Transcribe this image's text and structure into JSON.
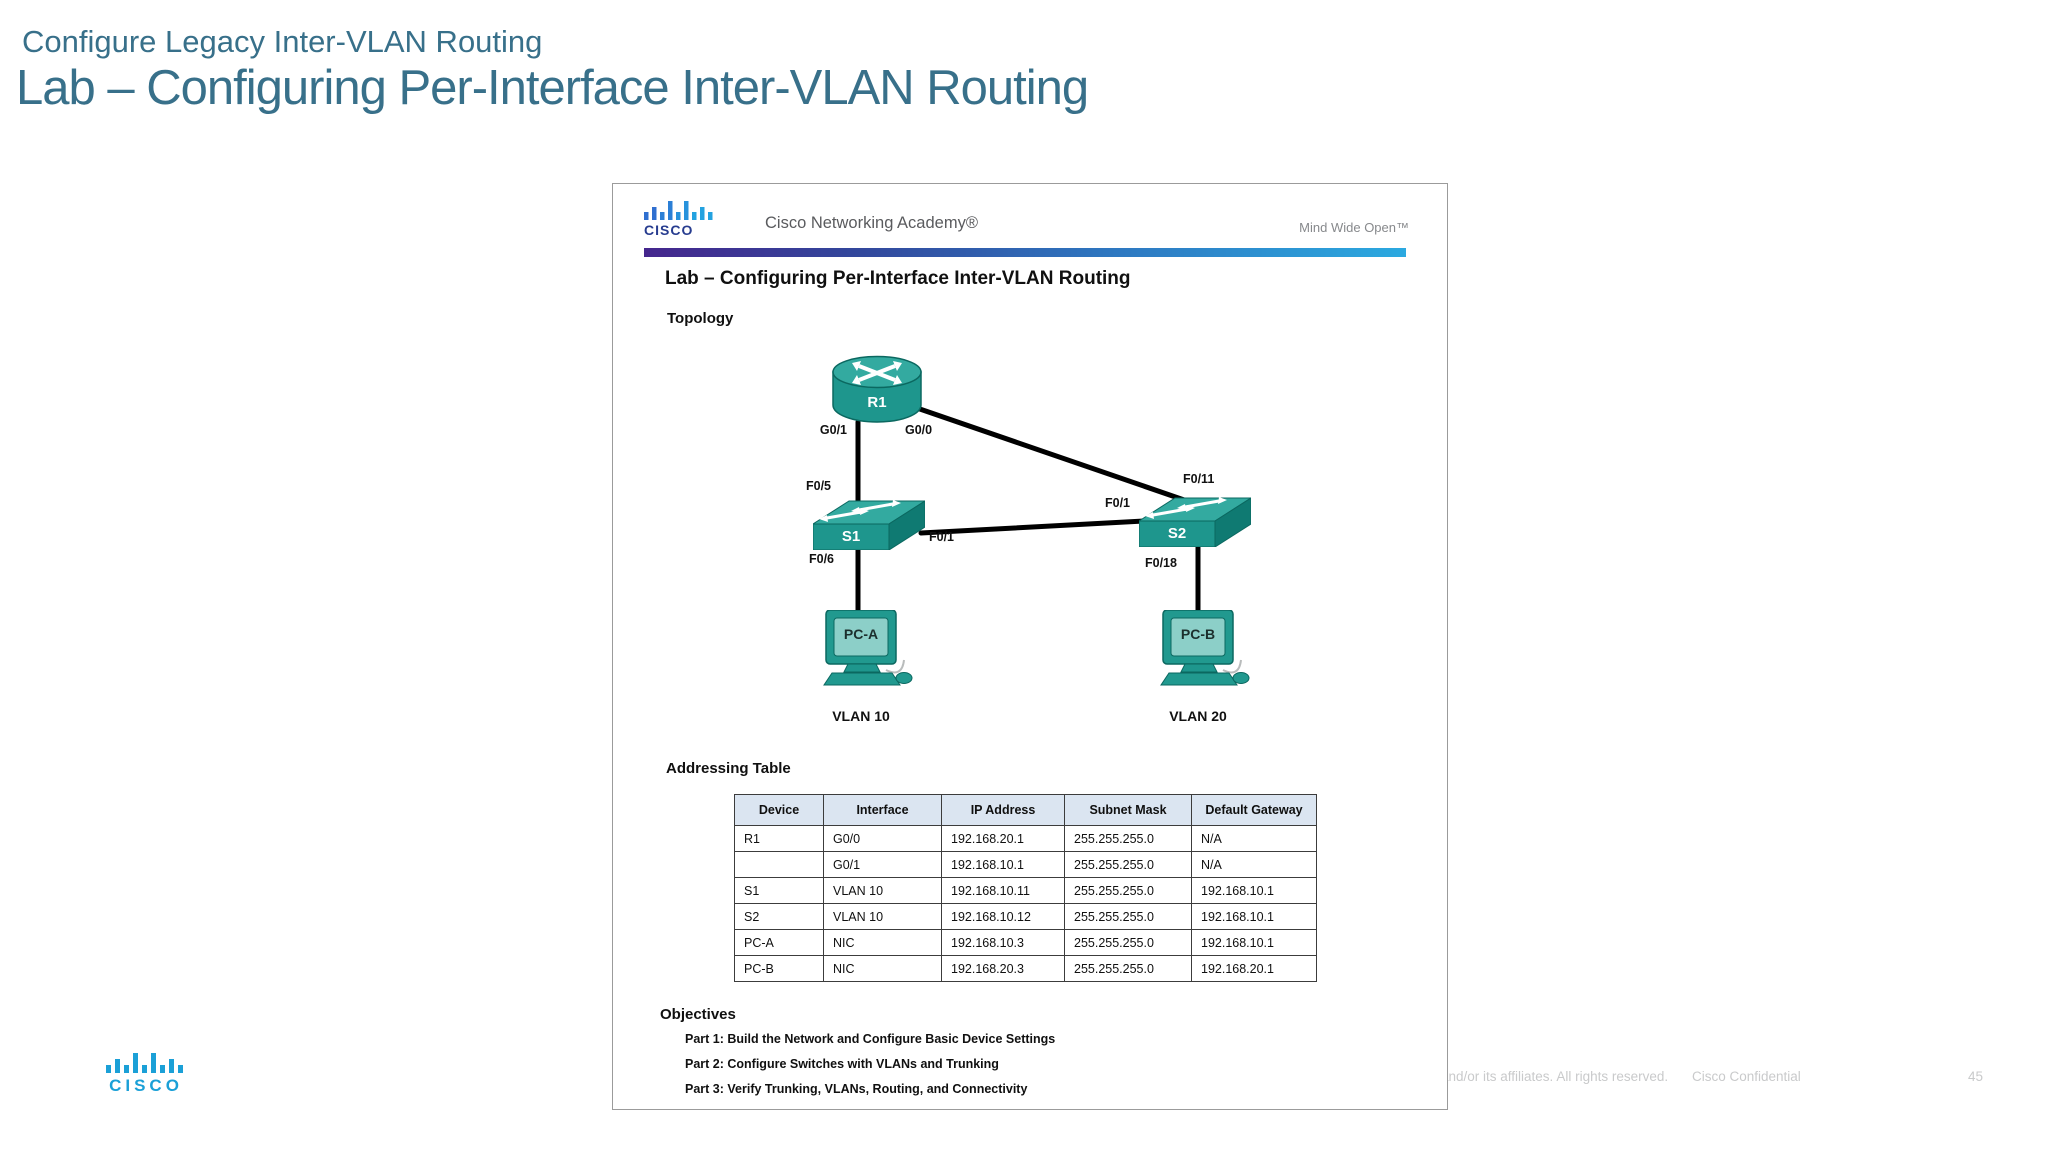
{
  "slide": {
    "kicker": "Configure Legacy Inter-VLAN Routing",
    "title": "Lab – Configuring Per-Interface Inter-VLAN Routing"
  },
  "document": {
    "brand": {
      "logo_text": "CISCO",
      "academy_text": "Cisco Networking Academy®",
      "tagline": "Mind Wide Open™"
    },
    "title": "Lab – Configuring Per-Interface Inter-VLAN Routing",
    "sections": {
      "topology": "Topology",
      "addressing_table": "Addressing Table",
      "objectives": "Objectives"
    },
    "topology": {
      "devices": [
        {
          "id": "R1",
          "type": "router",
          "label": "R1"
        },
        {
          "id": "S1",
          "type": "switch",
          "label": "S1"
        },
        {
          "id": "S2",
          "type": "switch",
          "label": "S2"
        },
        {
          "id": "PC-A",
          "type": "pc",
          "label": "PC-A"
        },
        {
          "id": "PC-B",
          "type": "pc",
          "label": "PC-B"
        }
      ],
      "links": [
        {
          "from": "R1",
          "from_if": "G0/1",
          "to": "S1",
          "to_if": "F0/5"
        },
        {
          "from": "R1",
          "from_if": "G0/0",
          "to": "S2",
          "to_if": "F0/11"
        },
        {
          "from": "S1",
          "from_if": "F0/1",
          "to": "S2",
          "to_if": "F0/1"
        },
        {
          "from": "S1",
          "from_if": "F0/6",
          "to": "PC-A",
          "to_if": "NIC"
        },
        {
          "from": "S2",
          "from_if": "F0/18",
          "to": "PC-B",
          "to_if": "NIC"
        }
      ],
      "interface_labels": {
        "r1_g01": "G0/1",
        "r1_g00": "G0/0",
        "s1_f05": "F0/5",
        "s1_f01": "F0/1",
        "s1_f06": "F0/6",
        "s2_f011": "F0/11",
        "s2_f01": "F0/1",
        "s2_f018": "F0/18"
      },
      "vlan_labels": {
        "pc_a": "VLAN 10",
        "pc_b": "VLAN 20"
      }
    },
    "addressing_table": {
      "headers": [
        "Device",
        "Interface",
        "IP Address",
        "Subnet Mask",
        "Default Gateway"
      ],
      "rows": [
        {
          "device": "R1",
          "interface": "G0/0",
          "ip": "192.168.20.1",
          "mask": "255.255.255.0",
          "gateway": "N/A"
        },
        {
          "device": "",
          "interface": "G0/1",
          "ip": "192.168.10.1",
          "mask": "255.255.255.0",
          "gateway": "N/A"
        },
        {
          "device": "S1",
          "interface": "VLAN 10",
          "ip": "192.168.10.11",
          "mask": "255.255.255.0",
          "gateway": "192.168.10.1"
        },
        {
          "device": "S2",
          "interface": "VLAN 10",
          "ip": "192.168.10.12",
          "mask": "255.255.255.0",
          "gateway": "192.168.10.1"
        },
        {
          "device": "PC-A",
          "interface": "NIC",
          "ip": "192.168.10.3",
          "mask": "255.255.255.0",
          "gateway": "192.168.10.1"
        },
        {
          "device": "PC-B",
          "interface": "NIC",
          "ip": "192.168.20.3",
          "mask": "255.255.255.0",
          "gateway": "192.168.20.1"
        }
      ]
    },
    "objectives": {
      "heading": "Objectives",
      "items": [
        "Part 1: Build the Network and Configure Basic Device Settings",
        "Part 2: Configure Switches with VLANs and Trunking",
        "Part 3: Verify Trunking, VLANs, Routing, and Connectivity"
      ]
    }
  },
  "footer": {
    "logo_text": "CISCO",
    "copyright_visible": "and/or its affiliates. All rights reserved.",
    "confidential": "Cisco Confidential",
    "page_number": "45"
  },
  "colors": {
    "slide_accent": "#38708a",
    "cisco_footer_blue": "#1ba0d7",
    "cisco_header_navy": "#273c8f",
    "gradient_bar": [
      "#45268d",
      "#2e78c1",
      "#2ba9e0"
    ],
    "device_teal": "#21998f",
    "device_teal_dark": "#0f7a72",
    "device_teal_light": "#33aaa0",
    "table_header_bg": "#dbe5f1"
  }
}
